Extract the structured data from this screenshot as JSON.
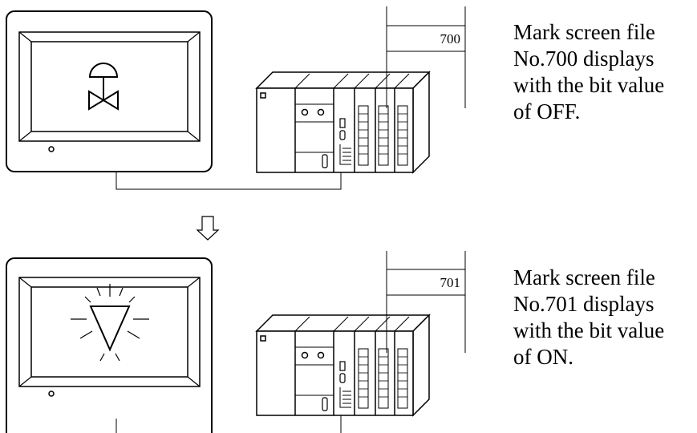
{
  "panels": [
    {
      "device_value": "700",
      "caption_lines": [
        "Mark screen file",
        "No.700 displays",
        "with the bit value",
        "of OFF."
      ]
    },
    {
      "device_value": "701",
      "caption_lines": [
        "Mark screen file",
        "No.701 displays",
        "with the bit value",
        "of ON."
      ]
    }
  ]
}
